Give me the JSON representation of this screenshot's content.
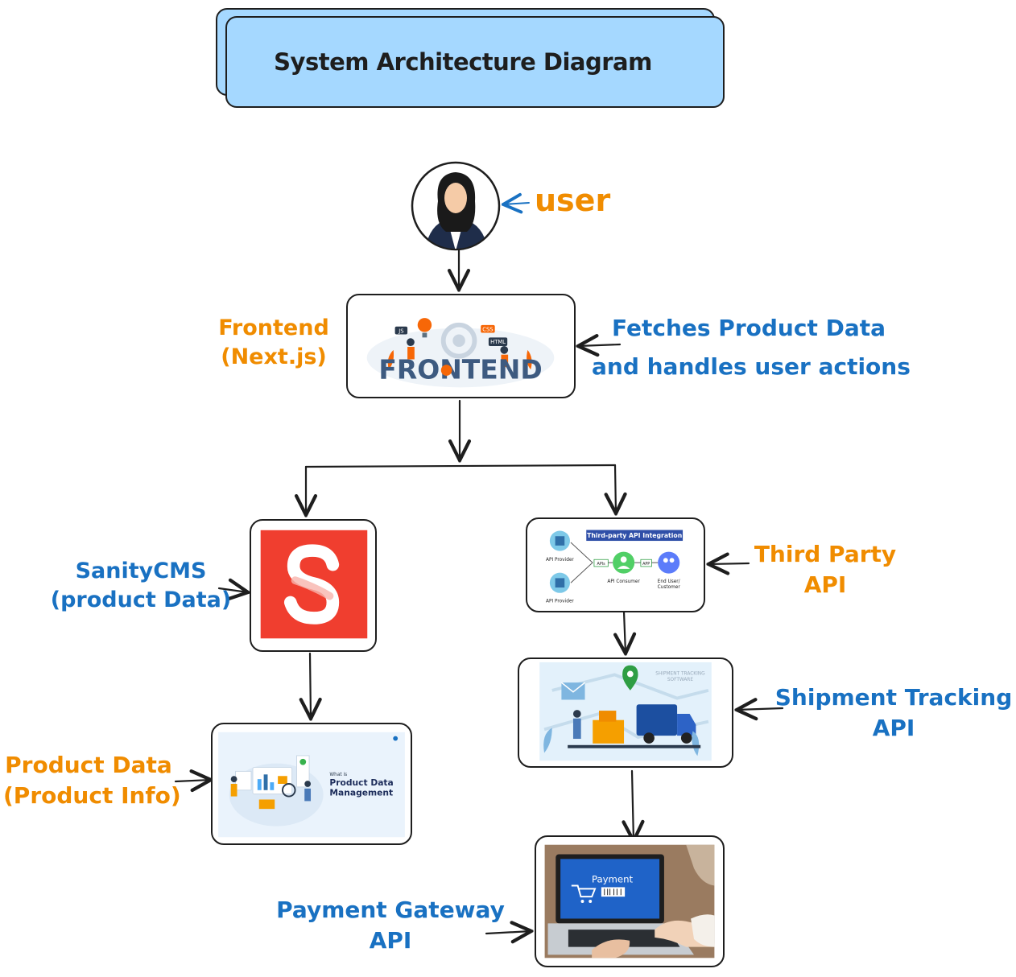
{
  "title": "System Architecture Diagram",
  "labels": {
    "user": "user",
    "frontend_line1": "Frontend",
    "frontend_line2": "(Next.js)",
    "fetch_line1": "Fetches Product Data",
    "fetch_line2": "and handles user actions",
    "sanity_line1": "SanityCMS",
    "sanity_line2": "(product Data)",
    "third_line1": "Third Party",
    "third_line2": "API",
    "product_line1": "Product Data",
    "product_line2": "(Product Info)",
    "shipment_line1": "Shipment Tracking",
    "shipment_line2": "API",
    "payment_line1": "Payment Gateway",
    "payment_line2": "API"
  },
  "images": {
    "frontend": {
      "word": "FRONTEND",
      "tags": [
        "JS",
        "CSS",
        "HTML"
      ]
    },
    "third_party": {
      "banner": "Third-party API Integration",
      "provider1": "API Provider",
      "provider2": "API Provider",
      "apis": "APIs",
      "app": "APP",
      "consumer": "API Consumer",
      "end_user_line1": "End User/",
      "end_user_line2": "Customer"
    },
    "product": {
      "small": "What is",
      "line1": "Product Data",
      "line2": "Management"
    },
    "shipment": {
      "line1": "SHIPMENT TRACKING",
      "line2": "SOFTWARE"
    },
    "payment": {
      "word": "Payment"
    }
  },
  "colors": {
    "orange": "#f08c00",
    "blue": "#1971c2",
    "title_fill": "#a5d8ff",
    "sanity_red": "#f03e2f"
  }
}
